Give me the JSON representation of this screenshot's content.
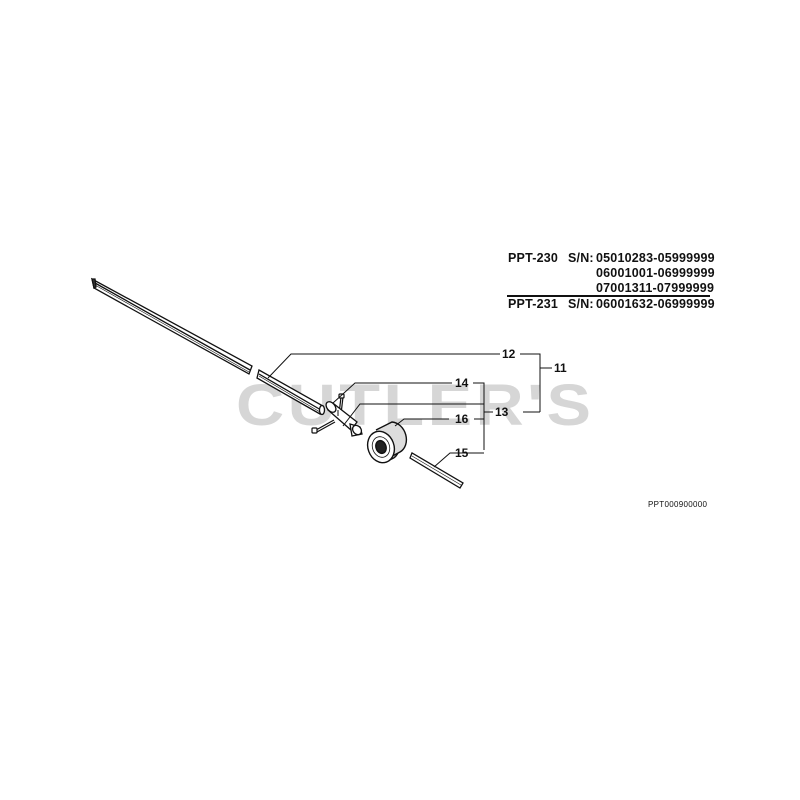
{
  "watermark": "CUTLER'S",
  "serial_block": {
    "rows": [
      {
        "model": "PPT-230",
        "sn_label": "S/N:",
        "range": "05010283-05999999"
      },
      {
        "model": "",
        "sn_label": "",
        "range": "06001001-06999999"
      },
      {
        "model": "",
        "sn_label": "",
        "range": "07001311-07999999"
      },
      {
        "model": "PPT-231",
        "sn_label": "S/N:",
        "range": "06001632-06999999"
      }
    ]
  },
  "callouts": {
    "p11": "11",
    "p12": "12",
    "p13": "13",
    "p14": "14",
    "p15": "15",
    "p16": "16"
  },
  "diagram_code": "PPT000900000"
}
